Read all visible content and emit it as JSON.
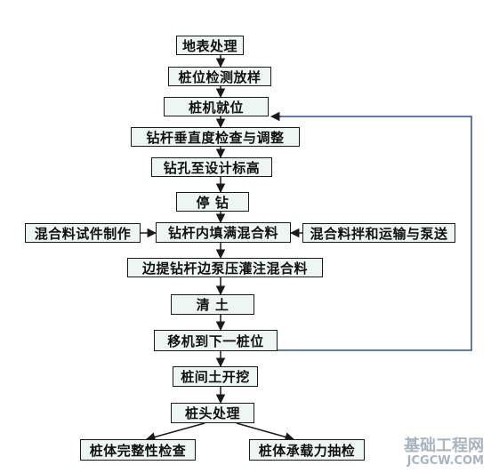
{
  "flowchart": {
    "steps": {
      "s1": "地表处理",
      "s2": "桩位检测放样",
      "s3": "桩机就位",
      "s4": "钻杆垂直度检查与调整",
      "s5": "钻孔至设计标高",
      "s6": "停  钻",
      "s7": "钻杆内填满混合料",
      "s8": "边提钻杆边泵压灌注混合料",
      "s9": "清  土",
      "s10": "移机到下一桩位",
      "s11": "桩间土开挖",
      "s12": "桩头处理",
      "s13": "桩体完整性检查",
      "s14": "桩体承载力抽检"
    },
    "side": {
      "left": "混合料试件制作",
      "right": "混合料拌和运输与泵送"
    }
  },
  "watermark": {
    "cn": "基础工程网",
    "url": "JCGCW.COM"
  },
  "colors": {
    "box_fill": "#eef6f4",
    "line": "#1a1a1a",
    "loop_line": "#2f4f8f"
  }
}
